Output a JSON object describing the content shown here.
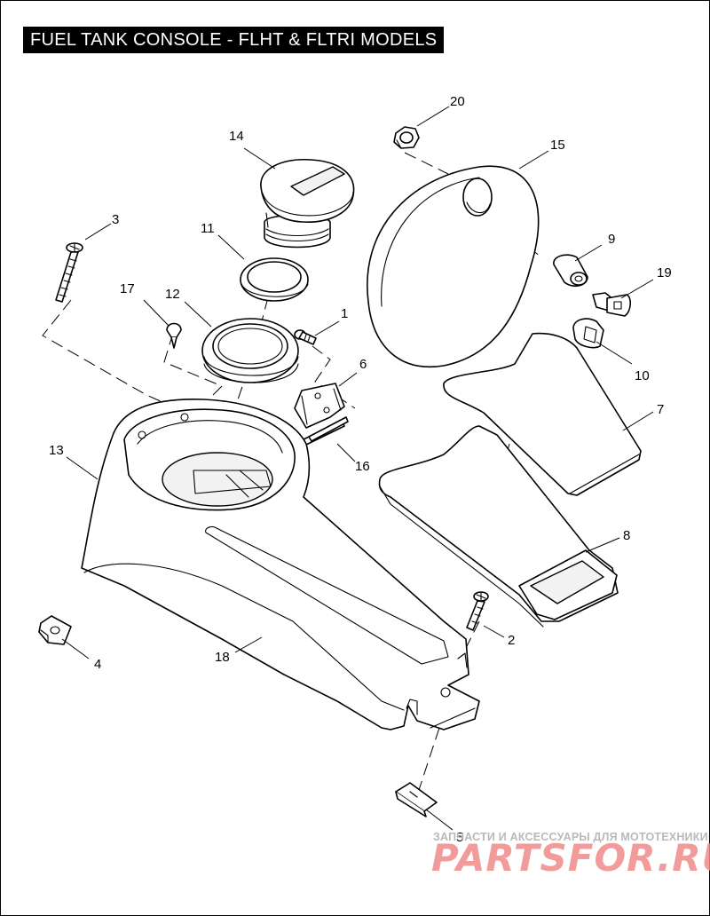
{
  "title": "FUEL TANK CONSOLE - FLHT & FLTRI MODELS",
  "callouts": [
    "20",
    "15",
    "14",
    "3",
    "11",
    "9",
    "19",
    "17",
    "12",
    "1",
    "10",
    "6",
    "7",
    "13",
    "16",
    "8",
    "2",
    "4",
    "18",
    "5"
  ],
  "watermark": {
    "tagline": "ЗАПЧАСТИ И АКСЕССУАРЫ ДЛЯ МОТОТЕХНИКИ",
    "logo": "PARTSFOR.RU",
    "color": "#f08a8a"
  }
}
